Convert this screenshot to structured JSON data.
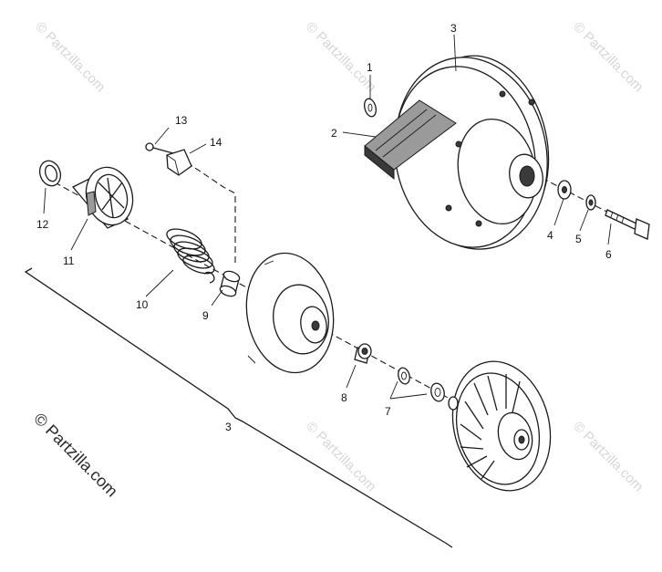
{
  "watermarks": {
    "corner_text": "© Partzilla.com",
    "side_text": "© Partzilla.com"
  },
  "callouts": {
    "c1": "1",
    "c2": "2",
    "c3_top": "3",
    "c3_group": "3",
    "c4": "4",
    "c5": "5",
    "c6": "6",
    "c7": "7",
    "c8": "8",
    "c9": "9",
    "c10": "10",
    "c11": "11",
    "c12": "12",
    "c13": "13",
    "c14": "14"
  }
}
